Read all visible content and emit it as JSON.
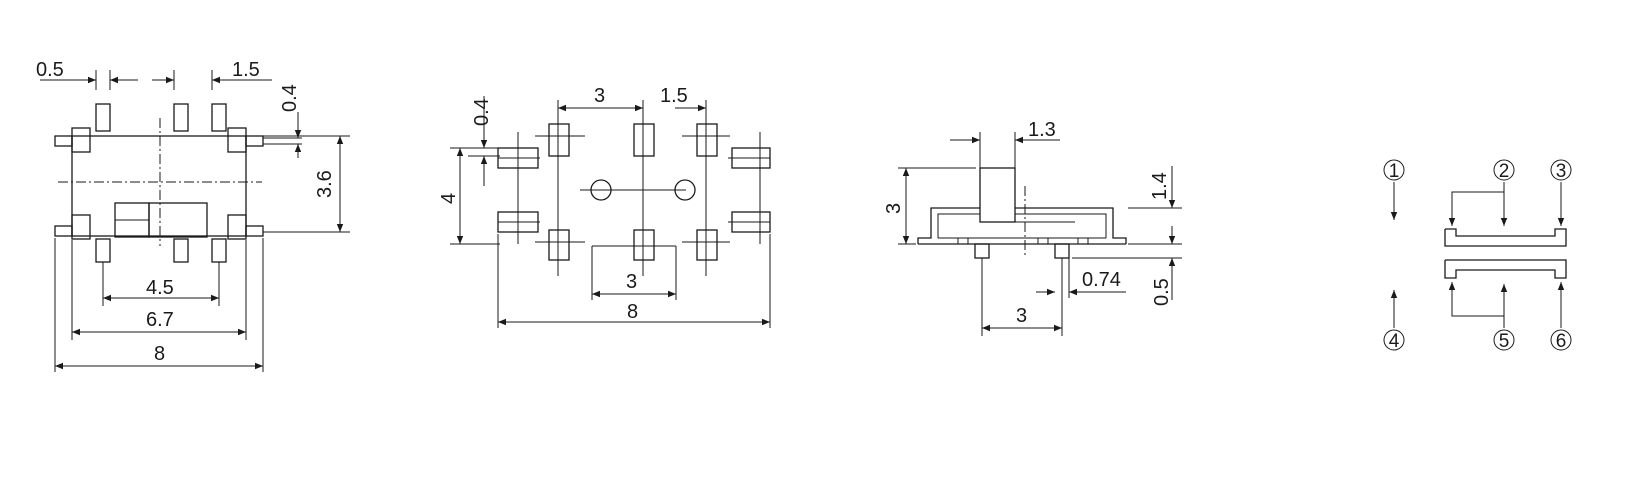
{
  "colors": {
    "ink": "#1a1a1a",
    "background": "#ffffff"
  },
  "top_view": {
    "dims": {
      "pin_width": "0.5",
      "pin_gap": "1.5",
      "tab_thickness": "0.4",
      "body_height": "3.6",
      "inner_span": "4.5",
      "body_width": "6.7",
      "overall_width": "8"
    }
  },
  "footprint": {
    "dims": {
      "top_offset": "0.4",
      "pitch_a": "3",
      "pitch_b": "1.5",
      "height": "4",
      "hole_spacing": "3",
      "overall_width": "8"
    }
  },
  "side_view": {
    "dims": {
      "actuator_width": "1.3",
      "overall_height": "3",
      "actuator_height": "1.4",
      "standoff": "0.5",
      "pin_offset": "0.74",
      "pin_span": "3"
    }
  },
  "schematic": {
    "pins": [
      "1",
      "2",
      "3",
      "4",
      "5",
      "6"
    ]
  }
}
